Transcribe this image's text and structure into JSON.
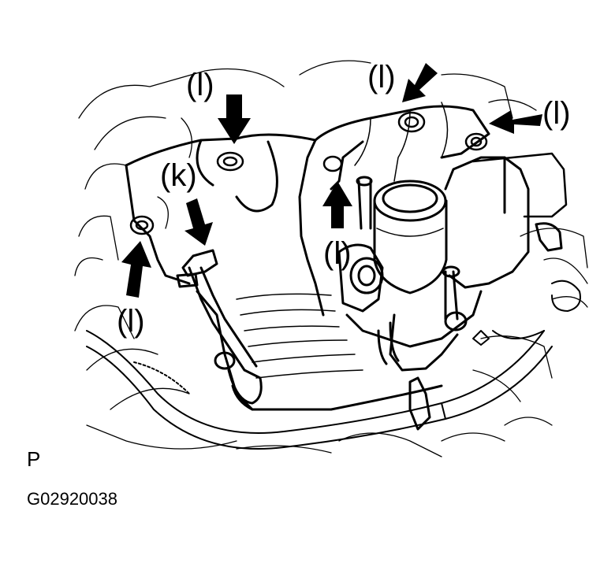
{
  "callouts": {
    "l_top_left": "(l)",
    "l_top_middle": "(l)",
    "l_top_right": "(l)",
    "k": "(k)",
    "l_center": "(l)",
    "l_bottom_left": "(l)"
  },
  "view_letter": "P",
  "figure_code": "G02920038",
  "colors": {
    "ink": "#000000",
    "paper": "#ffffff"
  }
}
